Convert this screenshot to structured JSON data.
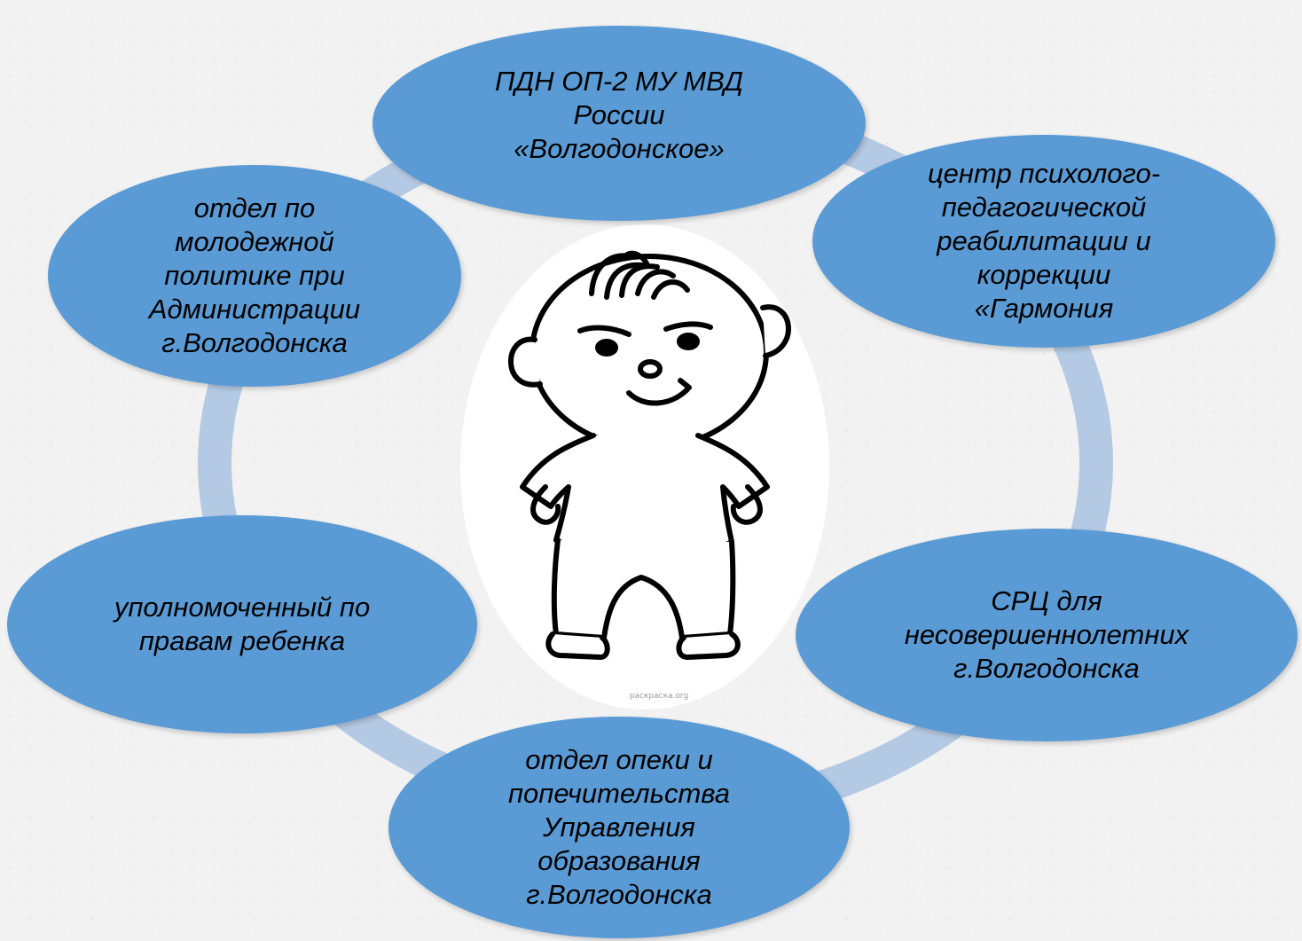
{
  "diagram": {
    "nodes": {
      "top": "ПДН ОП-2 МУ МВД\nРоссии\n«Волгодонское»",
      "top_left": "отдел по\nмолодежной\nполитике при\nАдминистрации\nг.Волгодонска",
      "top_right": "центр психолого-\nпедагогической\nреабилитации и\nкоррекции\n«Гармония",
      "left": "уполномоченный по\nправам ребенка",
      "right": "СРЦ для\nнесовершеннолетних\nг.Волгодонска",
      "bottom": "отдел опеки  и\nпопечительства\nУправления\nобразования\nг.Волгодонска"
    },
    "center_image": {
      "icon": "child-drawing-icon",
      "caption": "раскраска.org"
    },
    "colors": {
      "node_fill": "#5b9bd5",
      "ring": "#b4c9e3",
      "background": "#f2f2f2"
    }
  }
}
